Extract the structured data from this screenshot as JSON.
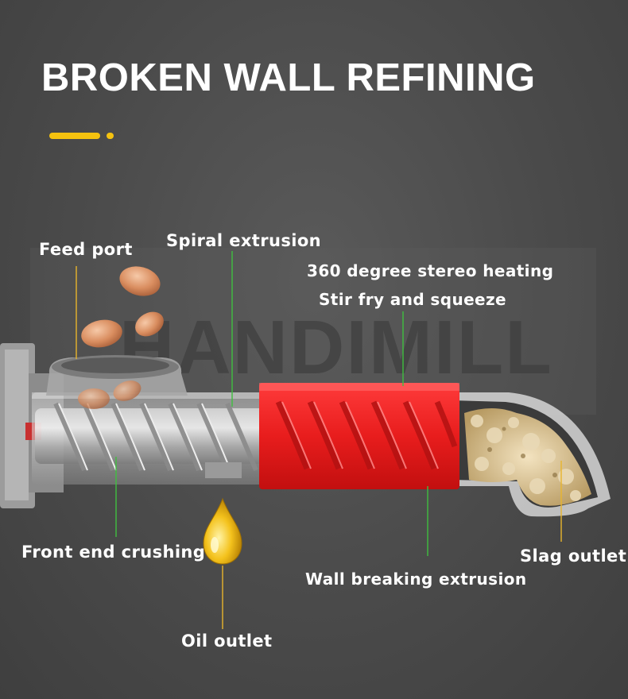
{
  "title": "BROKEN WALL REFINING",
  "watermark": "HANDIMILL",
  "colors": {
    "accent": "#f5c20f",
    "heater": "#ee2222",
    "leader_yellow": "#e9b52c",
    "leader_green": "#3fbf3f"
  },
  "labels": {
    "feed_port": "Feed port",
    "spiral_extrusion": "Spiral extrusion",
    "stereo_heating": "360 degree stereo heating",
    "stir_fry": "Stir fry and squeeze",
    "front_end_crushing": "Front end crushing",
    "slag_outlet": "Slag outlet",
    "wall_breaking": "Wall breaking extrusion",
    "oil_outlet": "Oil outlet"
  }
}
